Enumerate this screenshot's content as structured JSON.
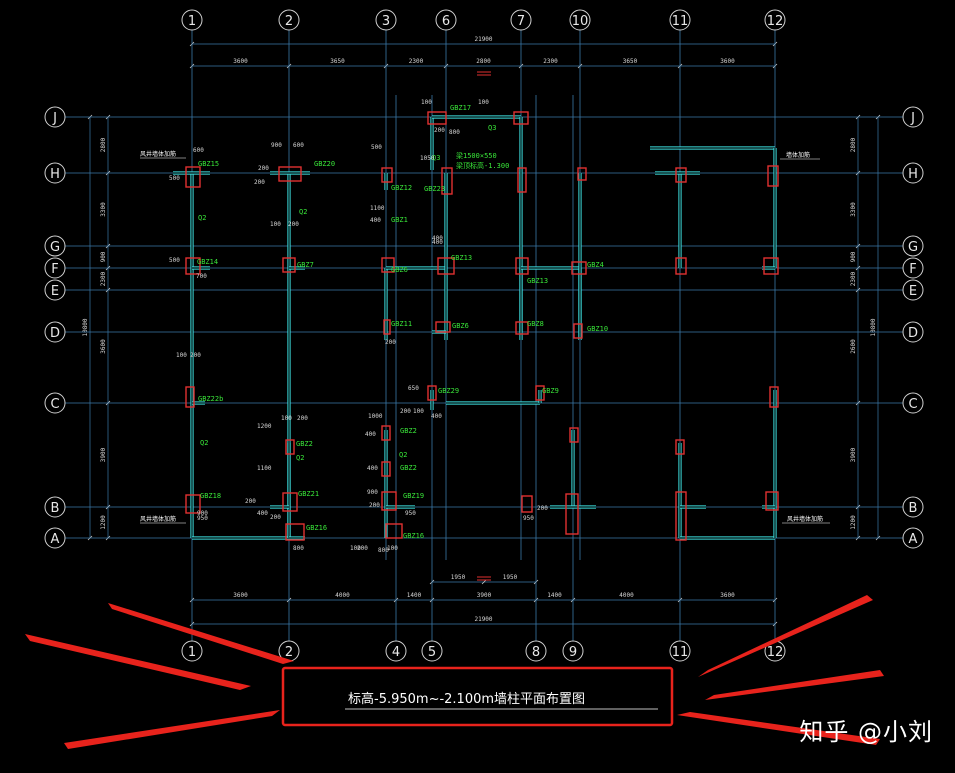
{
  "axes_x": [
    {
      "label": "1",
      "top": true,
      "bottom": true
    },
    {
      "label": "2",
      "top": true,
      "bottom": true
    },
    {
      "label": "3",
      "top": true,
      "bottom": false
    },
    {
      "label": "4",
      "top": false,
      "bottom": true
    },
    {
      "label": "5",
      "top": false,
      "bottom": true
    },
    {
      "label": "6",
      "top": true,
      "bottom": false
    },
    {
      "label": "7",
      "top": true,
      "bottom": false
    },
    {
      "label": "8",
      "top": false,
      "bottom": true
    },
    {
      "label": "9",
      "top": false,
      "bottom": true
    },
    {
      "label": "10",
      "top": true,
      "bottom": false
    },
    {
      "label": "11",
      "top": true,
      "bottom": true
    },
    {
      "label": "12",
      "top": true,
      "bottom": true
    }
  ],
  "axes_y": [
    "J",
    "H",
    "G",
    "F",
    "E",
    "D",
    "C",
    "B",
    "A"
  ],
  "dims_top_total": "21900",
  "dims_top": [
    "3600",
    "3650",
    "2300",
    "2800",
    "2300",
    "3650",
    "3600"
  ],
  "dims_bottom_total": "21900",
  "dims_bottom": [
    "3600",
    "4000",
    "1400",
    "3900",
    "1400",
    "4000",
    "3600"
  ],
  "dims_bottom_extra": [
    "1950",
    "1950"
  ],
  "dims_left_total": "10800",
  "dims_left": [
    "2800",
    "3300",
    "900",
    "2300",
    "3600",
    "3900",
    "1200"
  ],
  "dims_right_total": "10800",
  "dims_right": [
    "2800",
    "3300",
    "900",
    "2300",
    "2600",
    "3900",
    "1200"
  ],
  "column_tags": [
    "GBZ15",
    "GBZ20",
    "GBZ12",
    "GBZ23",
    "GBZ17",
    "GBZ1",
    "GBZ14",
    "GBZ7",
    "GBZ6",
    "GBZ13",
    "GBZ13",
    "GBZ4",
    "GBZ11",
    "GBZ6",
    "GBZ8",
    "GBZ10",
    "GBZ22b",
    "GBZ2",
    "GBZ29",
    "GBZ9",
    "GBZ2",
    "GBZ2",
    "GBZ18",
    "GBZ21",
    "GBZ19",
    "GBZ16",
    "GBZ16",
    "Q2",
    "Q2",
    "Q2",
    "Q2",
    "Q2",
    "Q3",
    "Q3"
  ],
  "detail_dims": [
    "600",
    "900",
    "600",
    "500",
    "500",
    "200",
    "100",
    "200",
    "1100",
    "400",
    "400",
    "700",
    "500",
    "200",
    "800",
    "1050",
    "200",
    "100",
    "100",
    "400",
    "100",
    "200",
    "200",
    "650",
    "400",
    "1200",
    "100",
    "200",
    "1000",
    "200",
    "100",
    "400",
    "1100",
    "400",
    "900",
    "200",
    "400",
    "900",
    "200",
    "950",
    "200",
    "950",
    "800",
    "100",
    "200",
    "950",
    "800",
    "100",
    "200"
  ],
  "notes": {
    "left_top": "风井墙体加筋",
    "left_bottom": "风井墙体加筋",
    "right_top": "墙体加筋",
    "right_bottom": "风井墙体加筋",
    "beam_1": "梁1500×550",
    "beam_2": "梁顶标高-1.300"
  },
  "caption": "标高-5.950m~-2.100m墙柱平面布置图",
  "watermark": "知乎 @小刘",
  "colors": {
    "background": "#000000",
    "axis_line": "#3a78a8",
    "wall": "#3ee0e0",
    "column": "#e03030",
    "tag": "#39e639",
    "arrow": "#e8231c"
  }
}
